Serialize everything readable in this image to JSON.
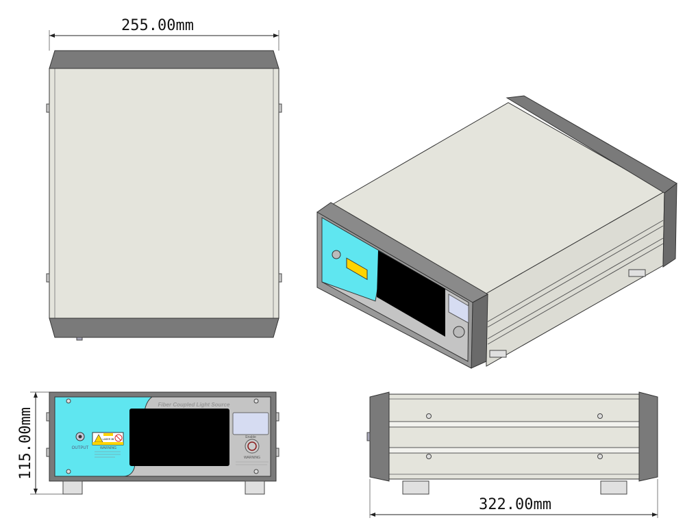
{
  "dimensions": {
    "width": "255.00mm",
    "height": "115.00mm",
    "depth": "322.00mm"
  },
  "front_panel": {
    "title": "Fiber Coupled Light Source",
    "output_label": "OUTPUT",
    "warning_heading": "WARNING",
    "laser_class": "LASER 3B",
    "enable_label": "Enable",
    "warning_heading_right": "WARNING"
  },
  "colors": {
    "panel_cyan": "#5fe6f0",
    "body": "#e4e4dc",
    "end_cap": "#7a7a7a",
    "screen": "#000000",
    "display_window": "#d6dcf2"
  }
}
